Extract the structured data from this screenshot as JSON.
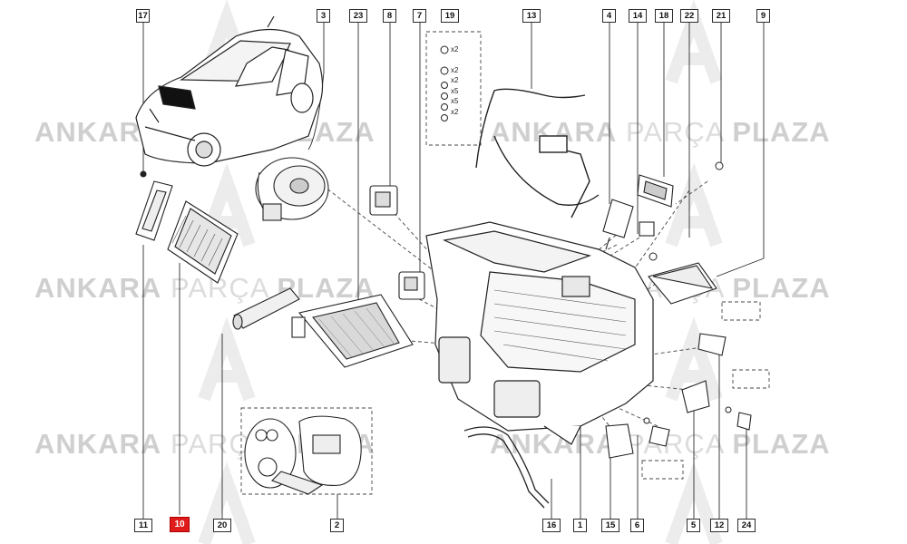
{
  "watermark": {
    "word1": "ANKARA",
    "word2": "PARÇA",
    "word3": "PLAZA"
  },
  "callouts": [
    {
      "id": "c17",
      "label": "17",
      "active": false
    },
    {
      "id": "c3",
      "label": "3",
      "active": false
    },
    {
      "id": "c23",
      "label": "23",
      "active": false
    },
    {
      "id": "c8",
      "label": "8",
      "active": false
    },
    {
      "id": "c7",
      "label": "7",
      "active": false
    },
    {
      "id": "c19",
      "label": "19",
      "active": false
    },
    {
      "id": "c13",
      "label": "13",
      "active": false
    },
    {
      "id": "c4",
      "label": "4",
      "active": false
    },
    {
      "id": "c14",
      "label": "14",
      "active": false
    },
    {
      "id": "c18",
      "label": "18",
      "active": false
    },
    {
      "id": "c22",
      "label": "22",
      "active": false
    },
    {
      "id": "c21",
      "label": "21",
      "active": false
    },
    {
      "id": "c9",
      "label": "9",
      "active": false
    },
    {
      "id": "c11",
      "label": "11",
      "active": false
    },
    {
      "id": "c10",
      "label": "10",
      "active": true
    },
    {
      "id": "c20",
      "label": "20",
      "active": false
    },
    {
      "id": "c2",
      "label": "2",
      "active": false
    },
    {
      "id": "c16",
      "label": "16",
      "active": false
    },
    {
      "id": "c1",
      "label": "1",
      "active": false
    },
    {
      "id": "c15",
      "label": "15",
      "active": false
    },
    {
      "id": "c6",
      "label": "6",
      "active": false
    },
    {
      "id": "c5",
      "label": "5",
      "active": false
    },
    {
      "id": "c12",
      "label": "12",
      "active": false
    },
    {
      "id": "c24",
      "label": "24",
      "active": false
    }
  ],
  "kit19": {
    "quantities": [
      "x2",
      "x2",
      "x2",
      "x5",
      "x5",
      "x2"
    ]
  },
  "colors": {
    "line": "#2b2b2b",
    "active": "#e01b1b",
    "watermark": "#d2d2d2",
    "logo": "#ececec"
  }
}
